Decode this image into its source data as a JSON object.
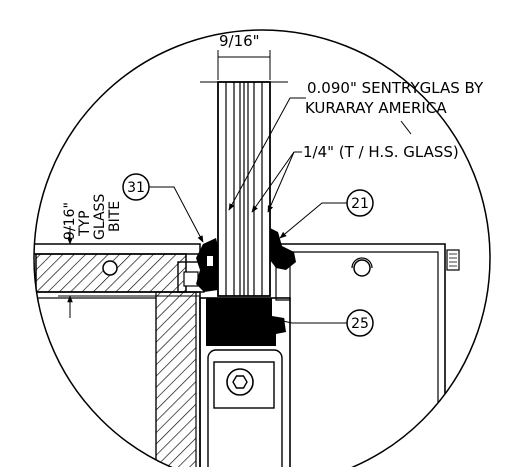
{
  "dimensions": {
    "glass_width": "9/16\"",
    "bite_value": "9/16\"",
    "bite_typ": "TYP",
    "bite_glass": "GLASS",
    "bite_bite": "BITE"
  },
  "callouts": {
    "interlayer": {
      "line1": "0.090\" SENTRYGLAS BY",
      "line2": "KURARAY AMERICA"
    },
    "glass_type": "1/4\" (T / H.S. GLASS)",
    "tag_31": "31",
    "tag_21": "21",
    "tag_25": "25"
  },
  "colors": {
    "ink": "#000000",
    "paper": "#ffffff"
  }
}
